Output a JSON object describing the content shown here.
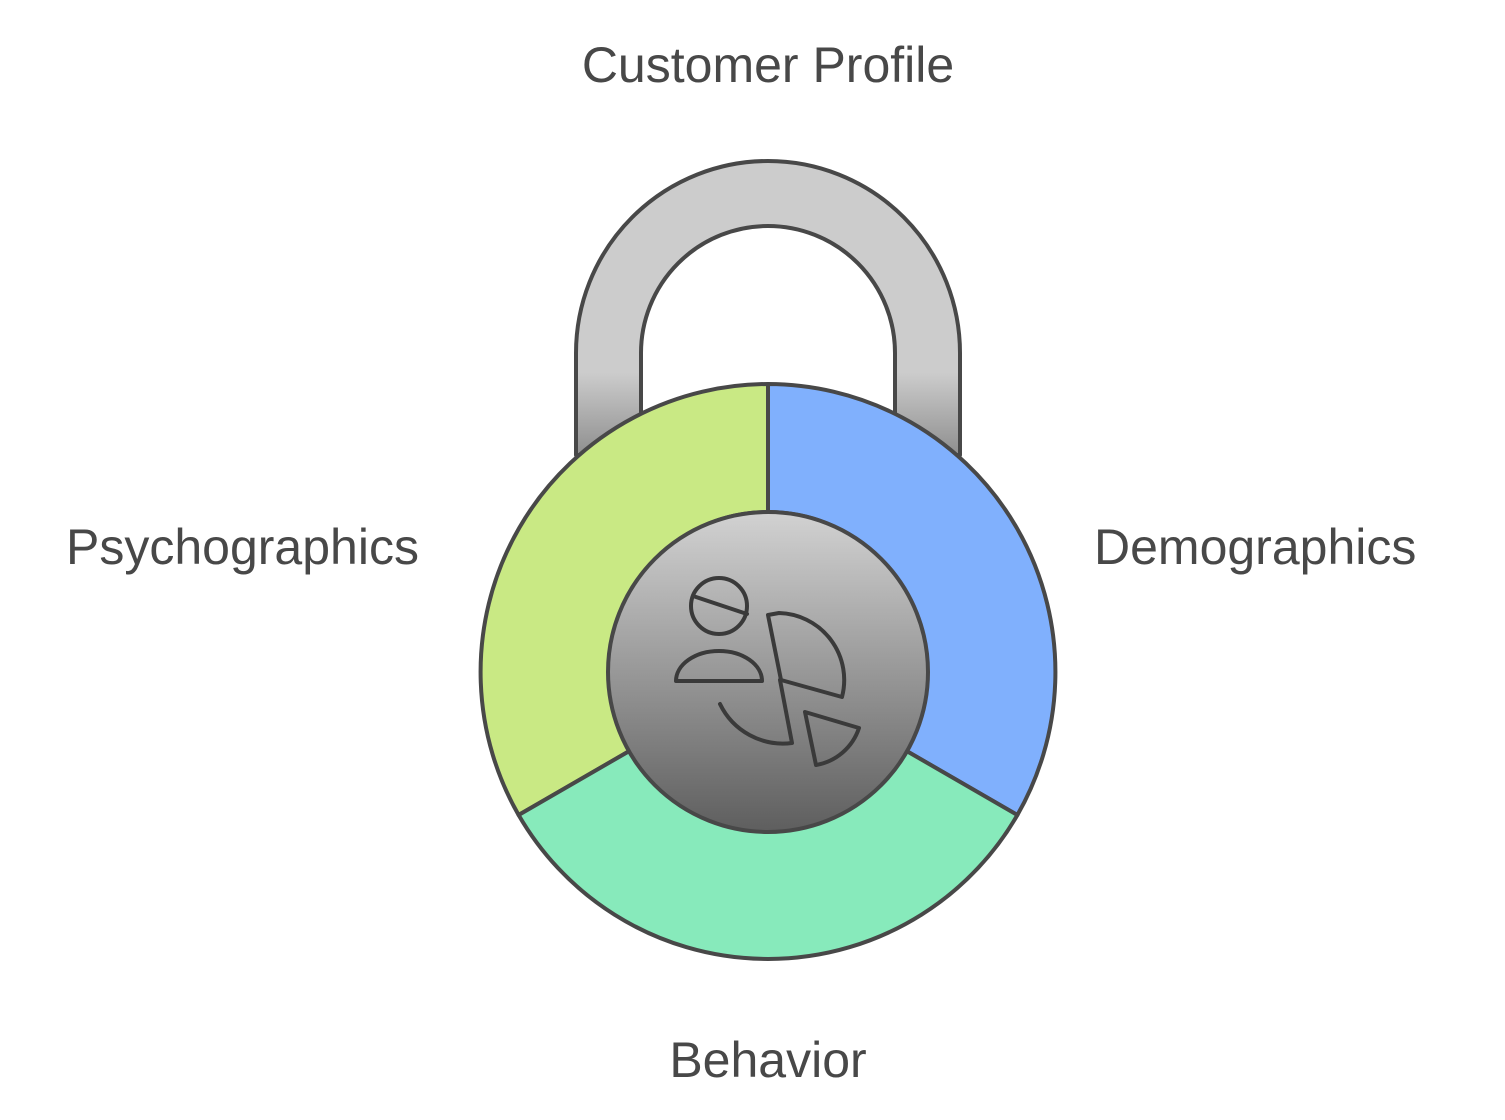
{
  "diagram": {
    "title": "Customer Profile",
    "segments": [
      {
        "label": "Psychographics",
        "color": "#c9e984"
      },
      {
        "label": "Demographics",
        "color": "#80b0fd"
      },
      {
        "label": "Behavior",
        "color": "#87eabb"
      }
    ],
    "shackle_color": "#cccccc",
    "center_icon": "customer-analytics-icon",
    "outline_color": "#484848",
    "text_color": "#484848"
  }
}
